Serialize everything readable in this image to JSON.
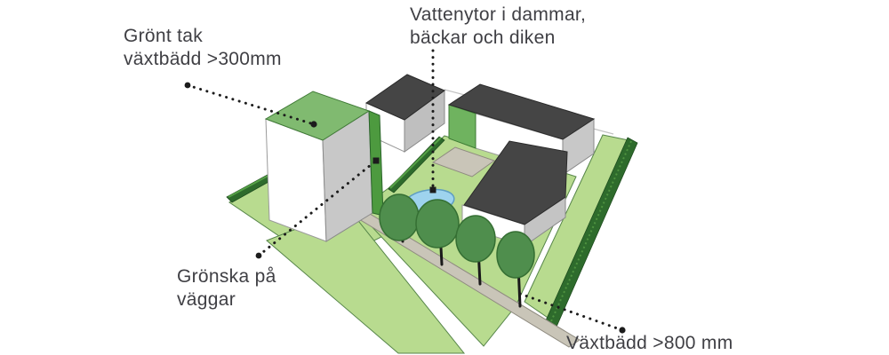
{
  "labels": {
    "green_roof": {
      "line1": "Grönt tak",
      "line2": "växtbädd >300mm"
    },
    "water_surfaces": {
      "line1": "Vattenytor i dammar,",
      "line2": "bäckar och diken"
    },
    "green_walls": {
      "line1": "Grönska på",
      "line2": "väggar"
    },
    "planting_bed": {
      "line1": "Växtbädd >800 mm"
    }
  },
  "colors": {
    "lawn": "#b8db8f",
    "lawn_edge": "#57864a",
    "hedge_dark": "#2e6b2c",
    "hedge_light": "#55a046",
    "green_roof": "#80ba70",
    "green_wall_strip": "#4d9a3f",
    "green_gable": "#6fb35f",
    "dark_roof": "#454545",
    "white_wall": "#ffffff",
    "gray_wall": "#c8c8c8",
    "path_gray": "#c9c5b8",
    "pond_blue": "#9ed3ee",
    "tree_green": "#4f8e4d",
    "trunk": "#1a1a1a",
    "text": "#3f3f44",
    "leader": "#1c1c1c"
  },
  "scene": {
    "elements": [
      "green-roof-tower",
      "background-building-left",
      "background-building-right",
      "mid-building",
      "courtyard-lawn",
      "left-lawn",
      "bottom-lawn-wedge",
      "right-lawn-strip",
      "perimeter-hedges",
      "parking-pad",
      "tree-path",
      "pond",
      "tree-row"
    ]
  }
}
